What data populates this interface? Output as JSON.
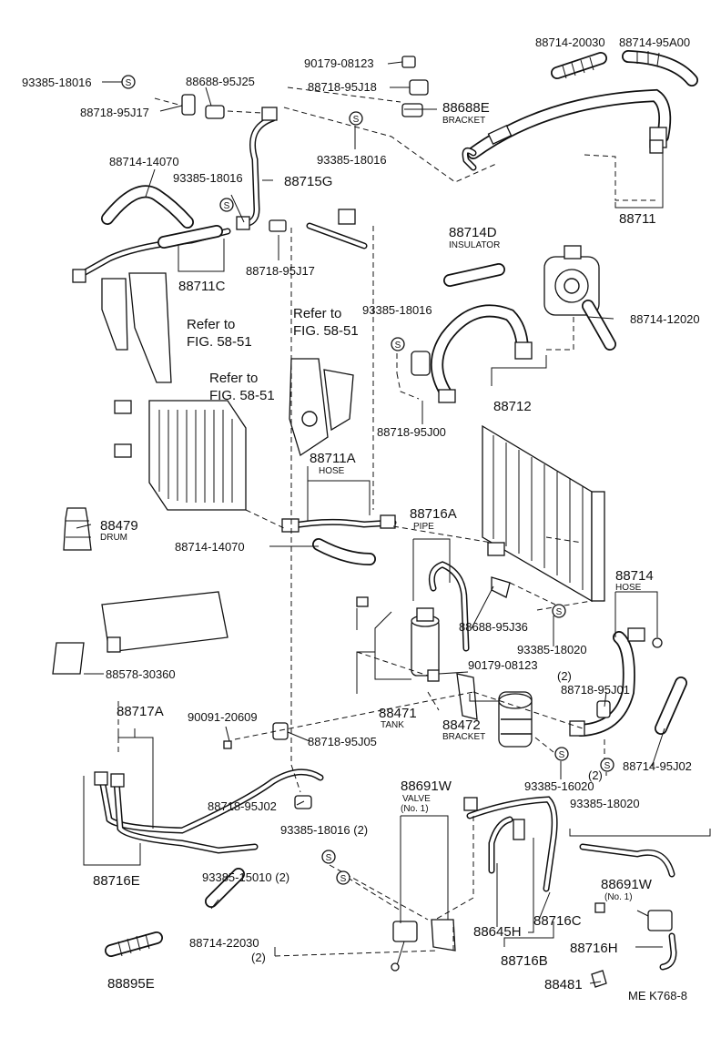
{
  "labels": {
    "l_93385_18016_a": "93385-18016",
    "l_88718_95J17_a": "88718-95J17",
    "l_88688_95J25": "88688-95J25",
    "l_90179_08123_a": "90179-08123",
    "l_88718_95J18": "88718-95J18",
    "l_88688E": "88688E",
    "l_bracket_a": "BRACKET",
    "l_93385_18016_b": "93385-18016",
    "l_88714_20030": "88714-20030",
    "l_88714_95A00": "88714-95A00",
    "l_88711": "88711",
    "l_88714_14070_a": "88714-14070",
    "l_93385_18016_c": "93385-18016",
    "l_88715G": "88715G",
    "l_88711C": "88711C",
    "l_88718_95J17_b": "88718-95J17",
    "l_88714D": "88714D",
    "l_insulator": "INSULATOR",
    "l_88714_12020": "88714-12020",
    "l_refer_a1": "Refer to",
    "l_refer_a2": "FIG. 58-51",
    "l_refer_b1": "Refer to",
    "l_refer_b2": "FIG. 58-51",
    "l_refer_c1": "Refer to",
    "l_refer_c2": "FIG. 58-51",
    "l_93385_18016_d": "93385-18016",
    "l_88712": "88712",
    "l_88718_95J00": "88718-95J00",
    "l_88711A": "88711A",
    "l_hose_a": "HOSE",
    "l_88479": "88479",
    "l_drum": "DRUM",
    "l_88716A": "88716A",
    "l_pipe": "PIPE",
    "l_88714_14070_b": "88714-14070",
    "l_88714": "88714",
    "l_hose_b": "HOSE",
    "l_88688_95J36": "88688-95J36",
    "l_93385_18020_a": "93385-18020",
    "l_90179_08123_b": "90179-08123",
    "l_2_a": "(2)",
    "l_88718_95J01": "88718-95J01",
    "l_88578_30360": "88578-30360",
    "l_88717A": "88717A",
    "l_90091_20609": "90091-20609",
    "l_88471": "88471",
    "l_tank": "TANK",
    "l_88472": "88472",
    "l_bracket_b": "BRACKET",
    "l_88718_95J05": "88718-95J05",
    "l_93385_16020": "93385-16020",
    "l_2_b": "(2)",
    "l_93385_18020_b": "93385-18020",
    "l_88714_95J02": "88714-95J02",
    "l_88718_95J02": "88718-95J02",
    "l_88691W_a": "88691W",
    "l_valve": "VALVE",
    "l_no1_a": "(No. 1)",
    "l_93385_18016_e": "93385-18016 (2)",
    "l_88716E": "88716E",
    "l_93385_15010": "93385-15010 (2)",
    "l_88691W_b": "88691W",
    "l_no1_b": "(No. 1)",
    "l_88714_22030": "88714-22030",
    "l_2_c": "(2)",
    "l_88645H": "88645H",
    "l_88716C": "88716C",
    "l_88716H": "88716H",
    "l_88716B": "88716B",
    "l_88895E": "88895E",
    "l_88481": "88481",
    "l_code": "ME  K768-8"
  },
  "symbols": {
    "screw_glyph": "S"
  }
}
